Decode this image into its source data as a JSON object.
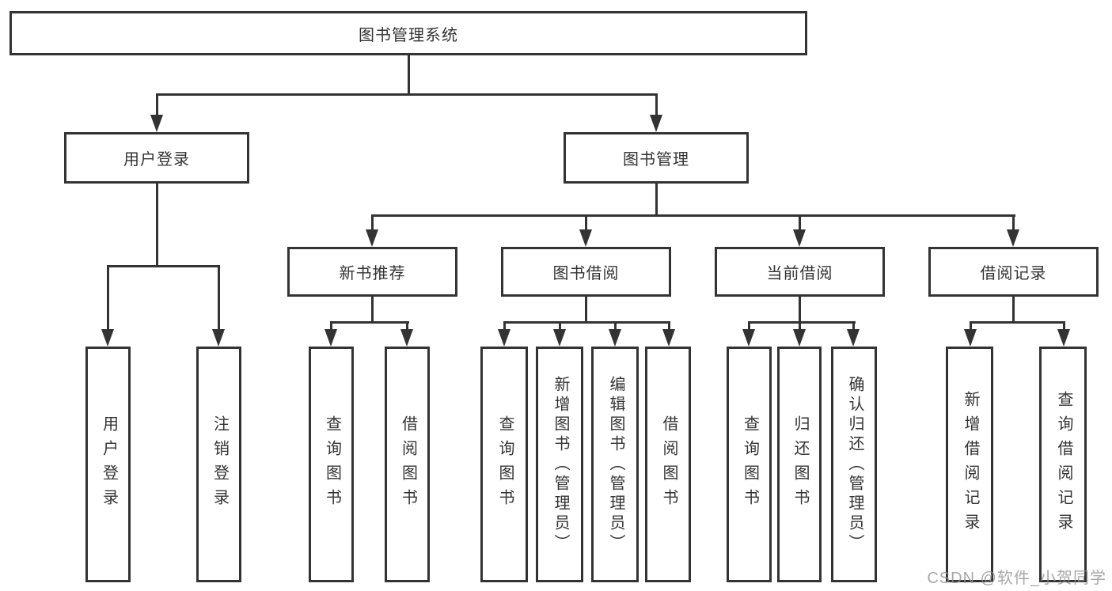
{
  "tree": {
    "label": "图书管理系统",
    "children": [
      {
        "label": "用户登录",
        "children": [
          {
            "label": "用户登录"
          },
          {
            "label": "注销登录"
          }
        ]
      },
      {
        "label": "图书管理",
        "children": [
          {
            "label": "新书推荐",
            "children": [
              {
                "label": "查询图书"
              },
              {
                "label": "借阅图书"
              }
            ]
          },
          {
            "label": "图书借阅",
            "children": [
              {
                "label": "查询图书"
              },
              {
                "label": "新增图书（管理员）"
              },
              {
                "label": "编辑图书（管理员）"
              },
              {
                "label": "借阅图书"
              }
            ]
          },
          {
            "label": "当前借阅",
            "children": [
              {
                "label": "查询图书"
              },
              {
                "label": "归还图书"
              },
              {
                "label": "确认归还（管理员）"
              }
            ]
          },
          {
            "label": "借阅记录",
            "children": [
              {
                "label": "新增借阅记录"
              },
              {
                "label": "查询借阅记录"
              }
            ]
          }
        ]
      }
    ]
  },
  "watermark": {
    "text": "CSDN @软件_小贺同学"
  },
  "colors": {
    "line": "#333333",
    "box_background": "#ffffff",
    "text": "#333333",
    "watermark": "#919191"
  }
}
